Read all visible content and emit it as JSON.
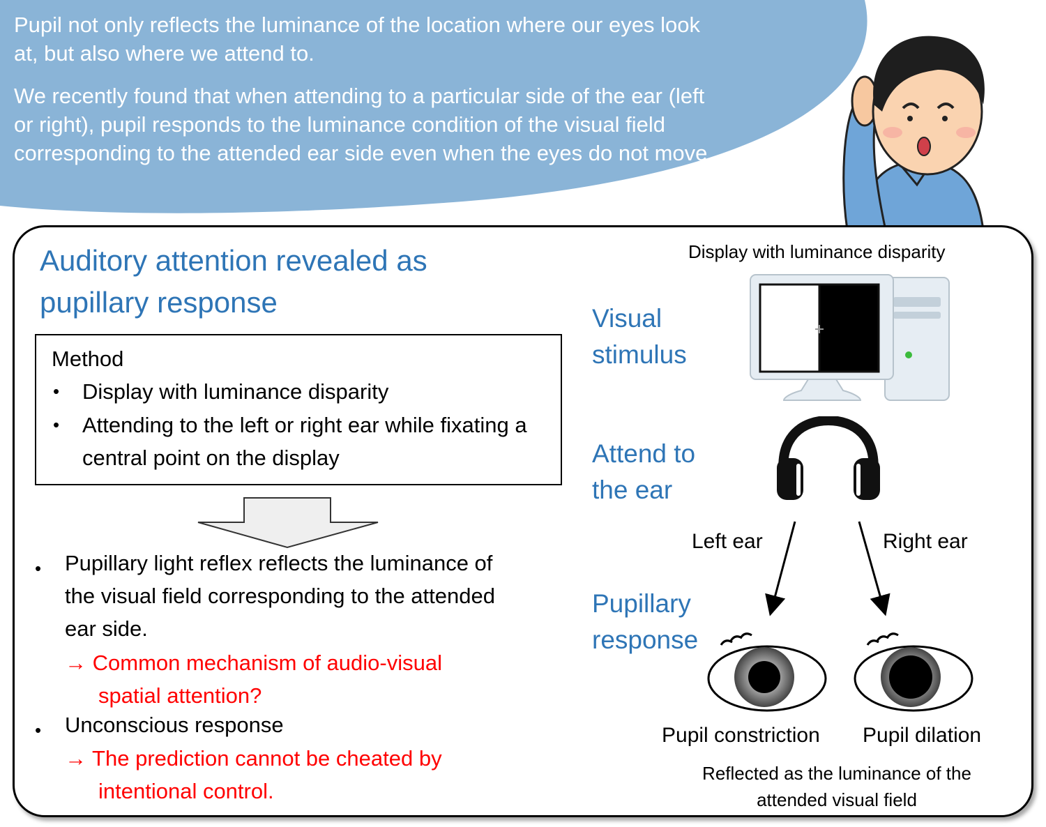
{
  "intro": {
    "paragraph_1": "Pupil not only reflects the luminance of the location where our eyes look at, but also where we attend to.",
    "paragraph_2": "We recently found that when attending to a particular side of the ear (left or right), pupil responds to the luminance condition of the visual field corresponding to the attended ear side even when the eyes do not move."
  },
  "panel": {
    "title_line_1": "Auditory attention revealed as",
    "title_line_2": "pupillary response",
    "method": {
      "label": "Method",
      "bullet_symbol": "•",
      "items": [
        "Display with luminance disparity",
        "Attending to the left or right ear while fixating a central point on the display"
      ]
    },
    "results": [
      {
        "text": "Pupillary light reflex reflects the luminance of the visual field corresponding to the attended ear side.",
        "conclusion_line_1": "→ Common mechanism of audio-visual",
        "conclusion_line_2": "spatial attention?"
      },
      {
        "text": "Unconscious response",
        "conclusion_line_1": "→ The prediction cannot be cheated by",
        "conclusion_line_2": "intentional control."
      }
    ]
  },
  "diagram": {
    "display_caption": "Display with luminance disparity",
    "visual_stimulus_label": "Visual stimulus",
    "attend_label": "Attend to the ear",
    "pupillary_label": "Pupillary response",
    "left_ear": "Left ear",
    "right_ear": "Right ear",
    "pupil_constriction": "Pupil constriction",
    "pupil_dilation": "Pupil dilation",
    "reflected_caption": "Reflected as the luminance of the attended visual field",
    "icons": [
      "person-listening-icon",
      "computer-monitor-icon",
      "headphones-icon",
      "eye-icon"
    ]
  },
  "colors": {
    "header_blue": "#8ab4d7",
    "title_blue": "#2e75b6",
    "conclusion_red": "#ff0000"
  }
}
